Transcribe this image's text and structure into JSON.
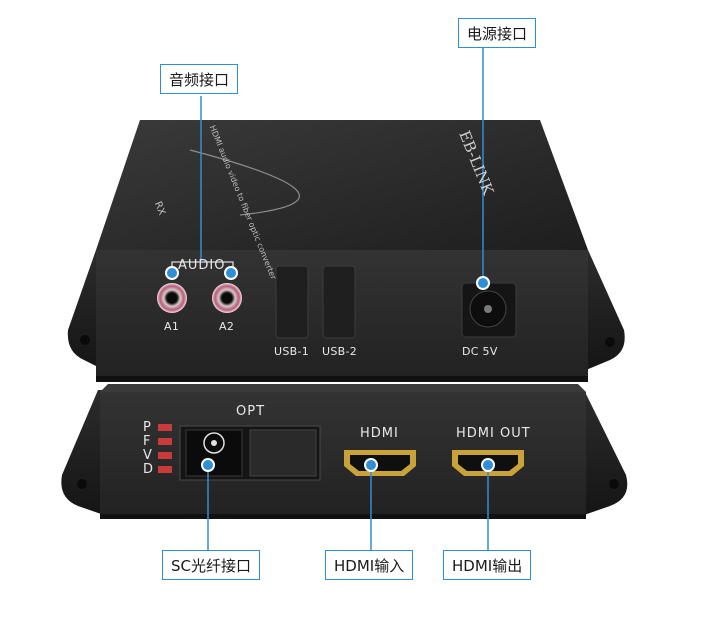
{
  "callouts": {
    "audio": "音频接口",
    "power": "电源接口",
    "sc": "SC光纤接口",
    "hdmi_in": "HDMI输入",
    "hdmi_out": "HDMI输出"
  },
  "rear_panel": {
    "audio_label": "AUDIO",
    "a1": "A1",
    "a2": "A2",
    "usb1": "USB-1",
    "usb2": "USB-2",
    "dc": "DC 5V"
  },
  "front_panel": {
    "opt": "OPT",
    "hdmi": "HDMI",
    "hdmi_out": "HDMI OUT",
    "led_p": "P",
    "led_f": "F",
    "led_v": "V",
    "led_d": "D"
  },
  "top": {
    "brand": "EB-LINK",
    "tagline": "HDMI audio video to fiber optic converter",
    "model": "RX"
  },
  "colors": {
    "accent": "#2e8fd6",
    "device_body": "#2a2a2a",
    "hdmi_gold": "#c9a23a",
    "led_red": "#c93a3a"
  }
}
